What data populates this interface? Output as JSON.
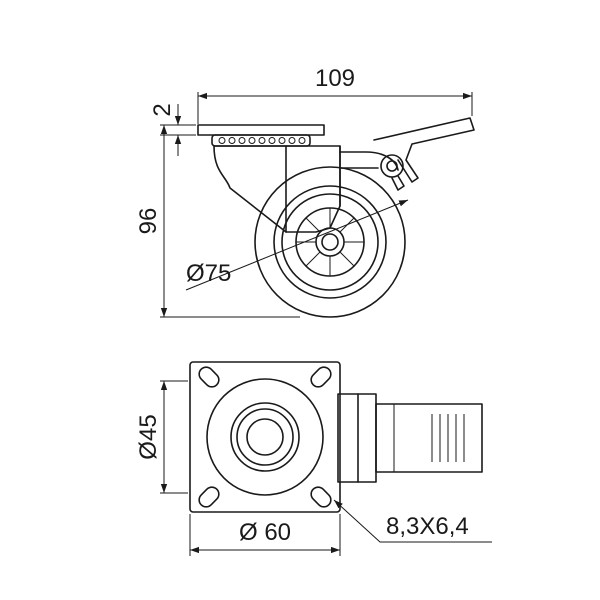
{
  "dimensions": {
    "overall_length": "109",
    "plate_thickness": "2",
    "height": "96",
    "wheel_diameter": "Ø75",
    "bolt_spacing": "Ø45",
    "plate_size": "Ø 60",
    "slot_size": "8,3X6,4"
  }
}
